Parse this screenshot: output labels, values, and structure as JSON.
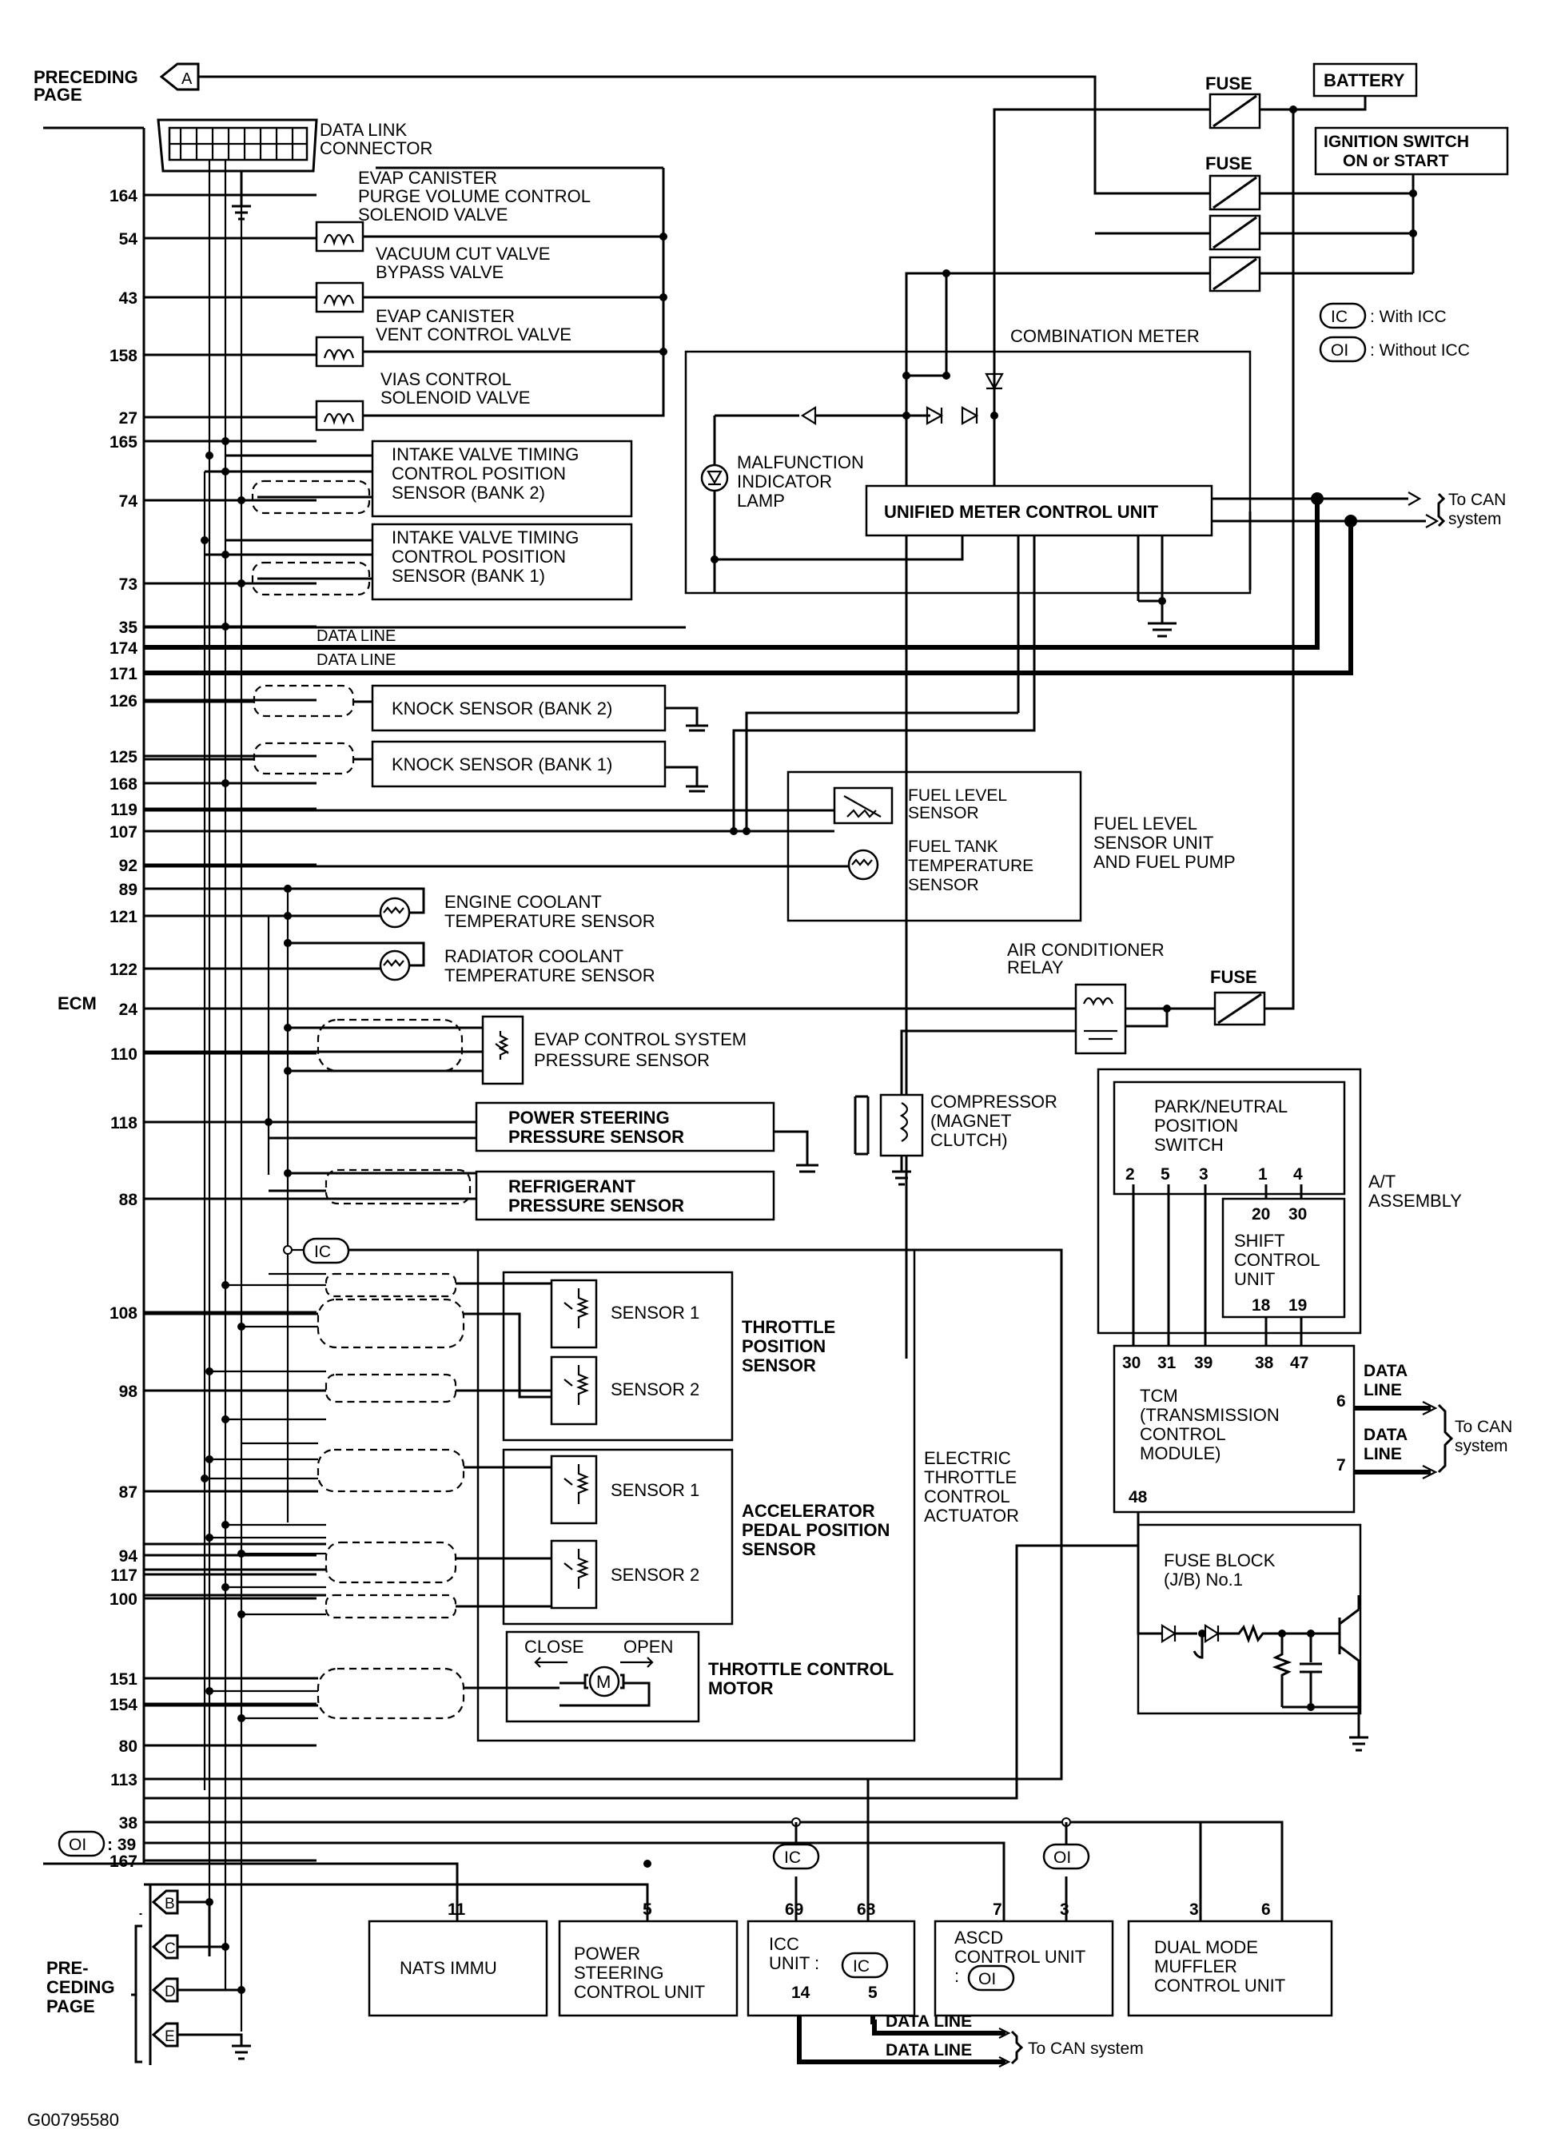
{
  "title": "",
  "code": "G00795580",
  "preceding_page": [
    "PRECEDING",
    "PAGE"
  ],
  "preceding_page_bottom": [
    "PRE-",
    "CEDING",
    "PAGE"
  ],
  "connectors": [
    "A",
    "B",
    "C",
    "D",
    "E"
  ],
  "ecm": "ECM",
  "ecm_pins": [
    "164",
    "54",
    "43",
    "158",
    "27",
    "165",
    "74",
    "73",
    "35",
    "174",
    "171",
    "126",
    "125",
    "168",
    "119",
    "107",
    "92",
    "89",
    "121",
    "122",
    "24",
    "110",
    "118",
    "88",
    "108",
    "98",
    "87",
    "94",
    "117",
    "100",
    "151",
    "154",
    "80",
    "113",
    "39",
    "38",
    "167"
  ],
  "legend": {
    "ic_tag": "IC",
    "oi_tag": "OI",
    "ic_text": ": With ICC",
    "oi_text": ": Without ICC",
    "oi_pin_sep": ": 39"
  },
  "components": {
    "battery": "BATTERY",
    "fuse": "FUSE",
    "ignition": [
      "IGNITION SWITCH",
      "ON or START"
    ],
    "dlc": [
      "DATA LINK",
      "CONNECTOR"
    ],
    "evap_purge": [
      "EVAP CANISTER",
      "PURGE VOLUME CONTROL",
      "SOLENOID VALVE"
    ],
    "vacuum_cut": [
      "VACUUM CUT VALVE",
      "BYPASS VALVE"
    ],
    "evap_vent": [
      "EVAP CANISTER",
      "VENT CONTROL VALVE"
    ],
    "vias": [
      "VIAS CONTROL",
      "SOLENOID VALVE"
    ],
    "ivt2": [
      "INTAKE VALVE TIMING",
      "CONTROL POSITION",
      "SENSOR (BANK 2)"
    ],
    "ivt1": [
      "INTAKE VALVE TIMING",
      "CONTROL POSITION",
      "SENSOR (BANK 1)"
    ],
    "combination_meter": "COMBINATION METER",
    "mil": [
      "MALFUNCTION",
      "INDICATOR",
      "LAMP"
    ],
    "umcu": "UNIFIED METER CONTROL UNIT",
    "to_can": [
      "To CAN",
      "system"
    ],
    "data_line": "DATA LINE",
    "knock2": "KNOCK SENSOR (BANK 2)",
    "knock1": "KNOCK SENSOR (BANK 1)",
    "fuel_level_sensor": [
      "FUEL LEVEL",
      "SENSOR"
    ],
    "fuel_tank_temp": [
      "FUEL TANK",
      "TEMPERATURE",
      "SENSOR"
    ],
    "fuel_unit": [
      "FUEL LEVEL",
      "SENSOR UNIT",
      "AND FUEL PUMP"
    ],
    "ect": [
      "ENGINE COOLANT",
      "TEMPERATURE SENSOR"
    ],
    "rct": [
      "RADIATOR COOLANT",
      "TEMPERATURE SENSOR"
    ],
    "ac_relay": [
      "AIR CONDITIONER",
      "RELAY"
    ],
    "evap_pressure": [
      "EVAP CONTROL SYSTEM",
      "PRESSURE SENSOR"
    ],
    "compressor": [
      "COMPRESSOR",
      "(MAGNET",
      "CLUTCH)"
    ],
    "ps_pressure": [
      "POWER STEERING",
      "PRESSURE SENSOR"
    ],
    "refrigerant": [
      "REFRIGERANT",
      "PRESSURE SENSOR"
    ],
    "pnp": [
      "PARK/NEUTRAL",
      "POSITION",
      "SWITCH"
    ],
    "pnp_pins": [
      "2",
      "5",
      "3",
      "1",
      "4"
    ],
    "shift_pins_top": [
      "20",
      "30"
    ],
    "shift": [
      "SHIFT",
      "CONTROL",
      "UNIT"
    ],
    "shift_pins_bottom": [
      "18",
      "19"
    ],
    "at_assembly": [
      "A/T",
      "ASSEMBLY"
    ],
    "tcm_pins": [
      "30",
      "31",
      "39",
      "38",
      "47"
    ],
    "tcm": [
      "TCM",
      "(TRANSMISSION",
      "CONTROL",
      "MODULE)"
    ],
    "tcm_pin_6": "6",
    "tcm_pin_7": "7",
    "tcm_pin_48": "48",
    "data_line_2": [
      "DATA",
      "LINE"
    ],
    "sensor1": "SENSOR 1",
    "sensor2": "SENSOR 2",
    "tps": [
      "THROTTLE",
      "POSITION",
      "SENSOR"
    ],
    "apps": [
      "ACCELERATOR",
      "PEDAL POSITION",
      "SENSOR"
    ],
    "etc_actuator": [
      "ELECTRIC",
      "THROTTLE",
      "CONTROL",
      "ACTUATOR"
    ],
    "close": "CLOSE",
    "open": "OPEN",
    "motor_symbol": "M",
    "tcmotor": [
      "THROTTLE CONTROL",
      "MOTOR"
    ],
    "fuse_block": [
      "FUSE BLOCK",
      "(J/B) No.1"
    ],
    "nats_pin": "11",
    "nats": "NATS IMMU",
    "psc_pin": "5",
    "psc": [
      "POWER",
      "STEERING",
      "CONTROL UNIT"
    ],
    "icc_pins": [
      "69",
      "68"
    ],
    "icc": [
      "ICC",
      "UNIT :"
    ],
    "icc_pins_bottom": [
      "14",
      "5"
    ],
    "ascd_pins": [
      "7",
      "3"
    ],
    "ascd": [
      "ASCD",
      "CONTROL UNIT",
      ":"
    ],
    "dm_pins": [
      "3",
      "6"
    ],
    "dm": [
      "DUAL MODE",
      "MUFFLER",
      "CONTROL UNIT"
    ],
    "to_can_system": "To CAN system"
  }
}
